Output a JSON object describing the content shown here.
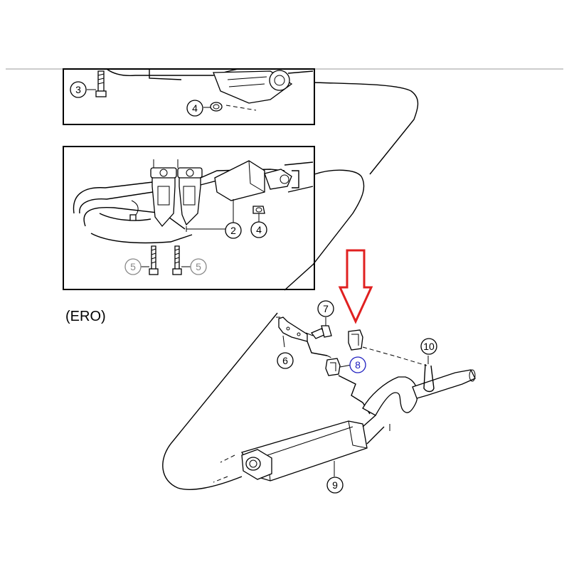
{
  "labels": {
    "variant": "(ERO)"
  },
  "callouts": [
    {
      "id": "c3a",
      "number": "3",
      "style": "normal"
    },
    {
      "id": "c4a",
      "number": "4",
      "style": "normal"
    },
    {
      "id": "c2",
      "number": "2",
      "style": "normal"
    },
    {
      "id": "c4b",
      "number": "4",
      "style": "normal"
    },
    {
      "id": "c5a",
      "number": "5",
      "style": "grey"
    },
    {
      "id": "c5b",
      "number": "5",
      "style": "grey"
    },
    {
      "id": "c7",
      "number": "7",
      "style": "normal"
    },
    {
      "id": "c6",
      "number": "6",
      "style": "normal"
    },
    {
      "id": "c8",
      "number": "8",
      "style": "highlight"
    },
    {
      "id": "c10",
      "number": "10",
      "style": "normal"
    },
    {
      "id": "c9",
      "number": "9",
      "style": "normal"
    }
  ],
  "colors": {
    "arrow": "#e02020",
    "highlight_callout": "#2020c0",
    "grey_callout": "#888888",
    "separator": "#999999"
  },
  "icons": {
    "pointer": "red-down-arrow-icon"
  }
}
